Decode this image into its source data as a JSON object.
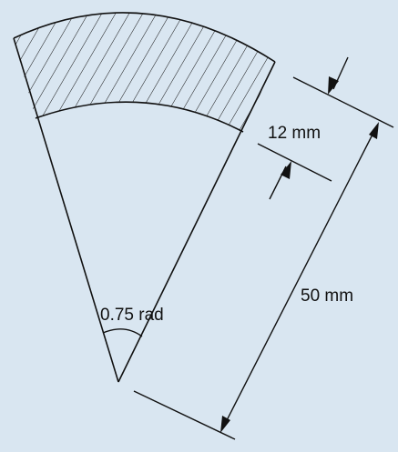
{
  "figure": {
    "angle_label": "0.75 rad",
    "ring_width_label": "12 mm",
    "radius_label": "50 mm"
  },
  "colors": {
    "background": "#d9e6f1",
    "stroke": "#111111"
  }
}
